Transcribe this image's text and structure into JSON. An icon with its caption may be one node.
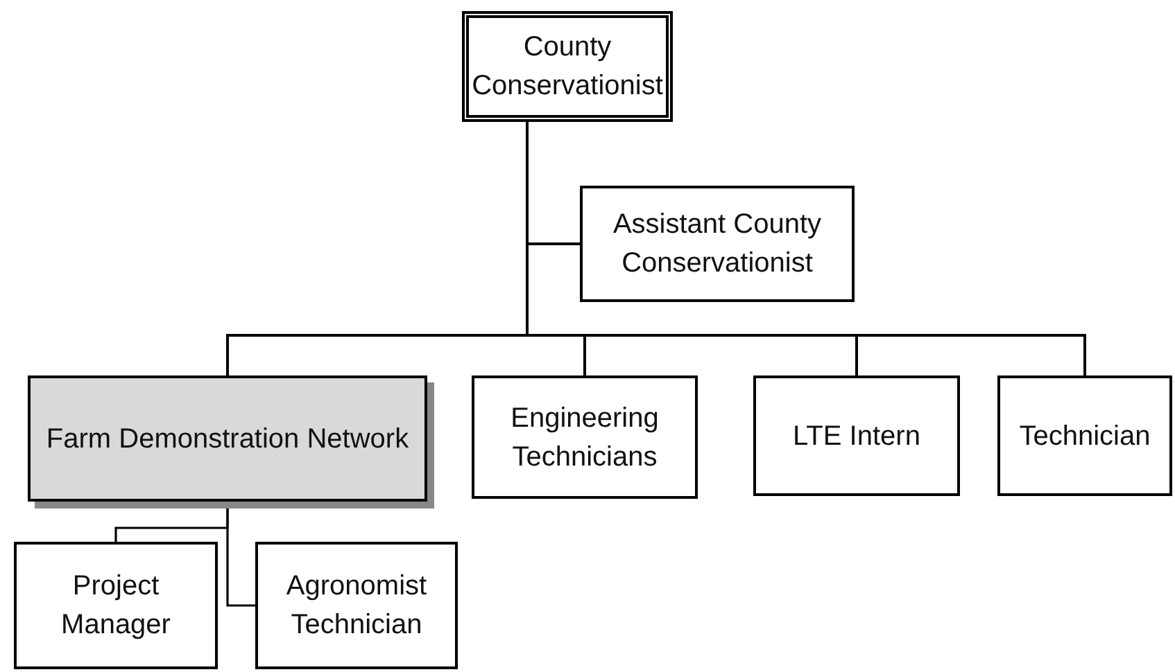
{
  "diagram": {
    "nodes": [
      {
        "text": [
          "County Conservationist"
        ]
      },
      {
        "text": [
          "Assistant County Conservationist"
        ]
      },
      {
        "text": [
          "Farm Demonstration Network"
        ]
      },
      {
        "text": [
          "Engineering Technicians"
        ]
      },
      {
        "text": [
          "LTE Intern"
        ]
      },
      {
        "text": [
          "Technician"
        ]
      },
      {
        "text": [
          "Project Manager"
        ]
      },
      {
        "text": [
          "Agronomist Technician"
        ]
      }
    ],
    "edges": [
      {
        "from": 0,
        "to": 1,
        "arrow": "none"
      },
      {
        "from": 0,
        "to": 2,
        "arrow": "none"
      },
      {
        "from": 0,
        "to": 3,
        "arrow": "none"
      },
      {
        "from": 0,
        "to": 4,
        "arrow": "none"
      },
      {
        "from": 0,
        "to": 5,
        "arrow": "none"
      },
      {
        "from": 2,
        "to": 6,
        "arrow": "none"
      },
      {
        "from": 2,
        "to": 7,
        "arrow": "none"
      }
    ]
  }
}
